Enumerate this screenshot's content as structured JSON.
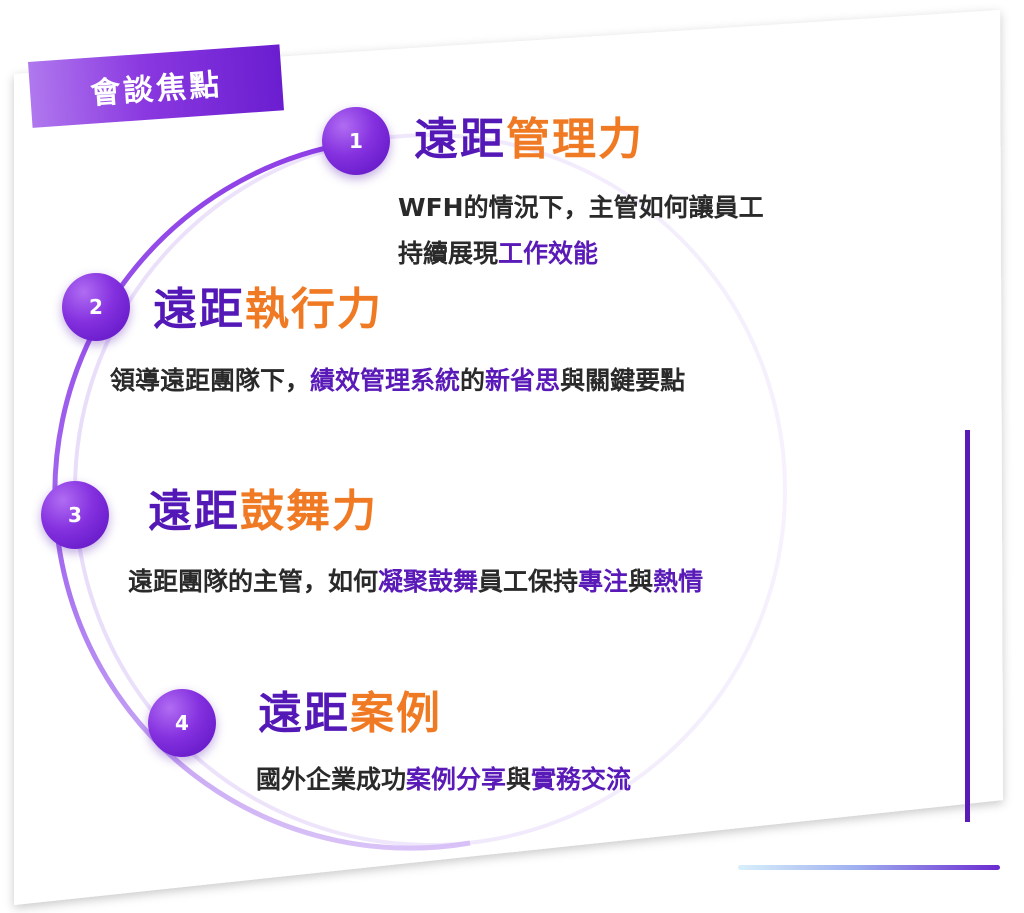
{
  "badge": {
    "label": "會談焦點"
  },
  "items": [
    {
      "number": "1",
      "title_a": "遠距",
      "title_b": "管理力",
      "desc_line1": "WFH的情況下，主管如何讓員工",
      "desc_line2_a": "持續展現",
      "desc_line2_b": "工作效能"
    },
    {
      "number": "2",
      "title_a": "遠距",
      "title_b": "執行力",
      "desc_a": "領導遠距團隊下，",
      "desc_b": "績效管理系統",
      "desc_c": "的",
      "desc_d": "新省思",
      "desc_e": "與關鍵要點"
    },
    {
      "number": "3",
      "title_a": "遠距",
      "title_b": "鼓舞力",
      "desc_a": "遠距團隊的主管，如何",
      "desc_b": "凝聚鼓舞",
      "desc_c": "員工保持",
      "desc_d": "專注",
      "desc_e": "與",
      "desc_f": "熱情"
    },
    {
      "number": "4",
      "title_a": "遠距",
      "title_b": "案例",
      "desc_a": "國外企業成功",
      "desc_b": "案例分享",
      "desc_c": "與",
      "desc_d": "實務交流"
    }
  ],
  "colors": {
    "purple": "#5318b6",
    "orange": "#f07a24",
    "text": "#2a2a2a"
  }
}
